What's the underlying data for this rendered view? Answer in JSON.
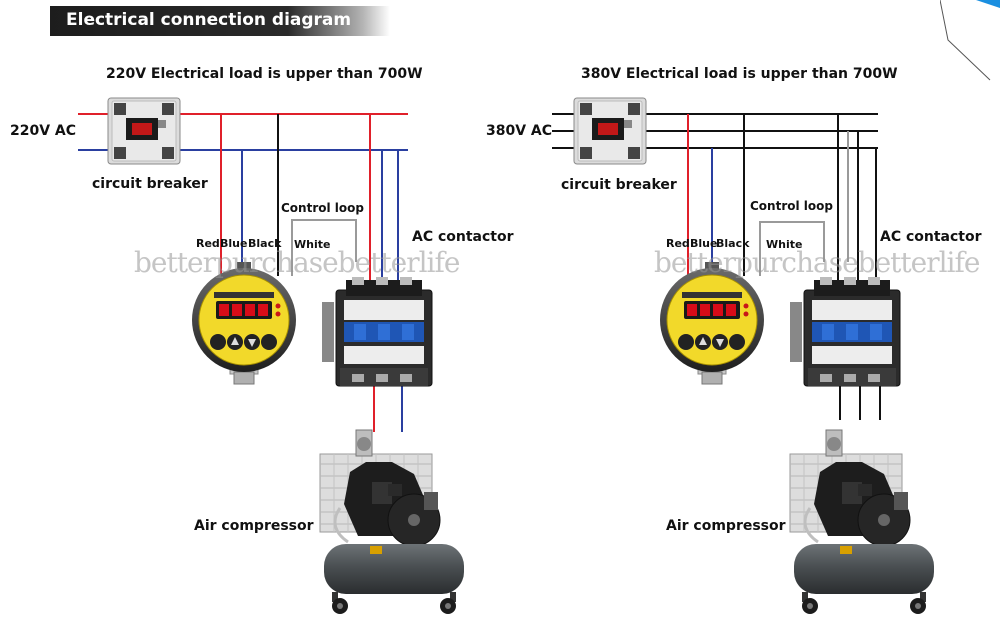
{
  "banner": {
    "title": "Electrical connection diagram"
  },
  "left": {
    "title": "220V Electrical load is upper than 700W",
    "supply_label": "220V AC",
    "breaker_label": "circuit breaker",
    "wire_red": "Red",
    "wire_blue": "Blue",
    "wire_black": "Black",
    "wire_white": "White",
    "control_loop": "Control loop",
    "contactor_label": "AC contactor",
    "compressor_label": "Air compressor"
  },
  "right": {
    "title": "380V  Electrical load is upper than 700W",
    "supply_label": "380V AC",
    "breaker_label": "circuit breaker",
    "wire_red": "Red",
    "wire_blue": "Blue",
    "wire_black": "Black",
    "wire_white": "White",
    "control_loop": "Control loop",
    "contactor_label": "AC contactor",
    "compressor_label": "Air compressor"
  },
  "watermark": "betterpurchasebetterlife",
  "colors": {
    "red": "#e0202a",
    "blue": "#2a3fa0",
    "black": "#111111",
    "gray": "#9a9a9a",
    "display": "#d80c18",
    "gauge_face": "#f2d92a"
  },
  "icons": [
    "circuit-breaker-icon",
    "pressure-switch-icon",
    "ac-contactor-icon",
    "air-compressor-icon"
  ]
}
